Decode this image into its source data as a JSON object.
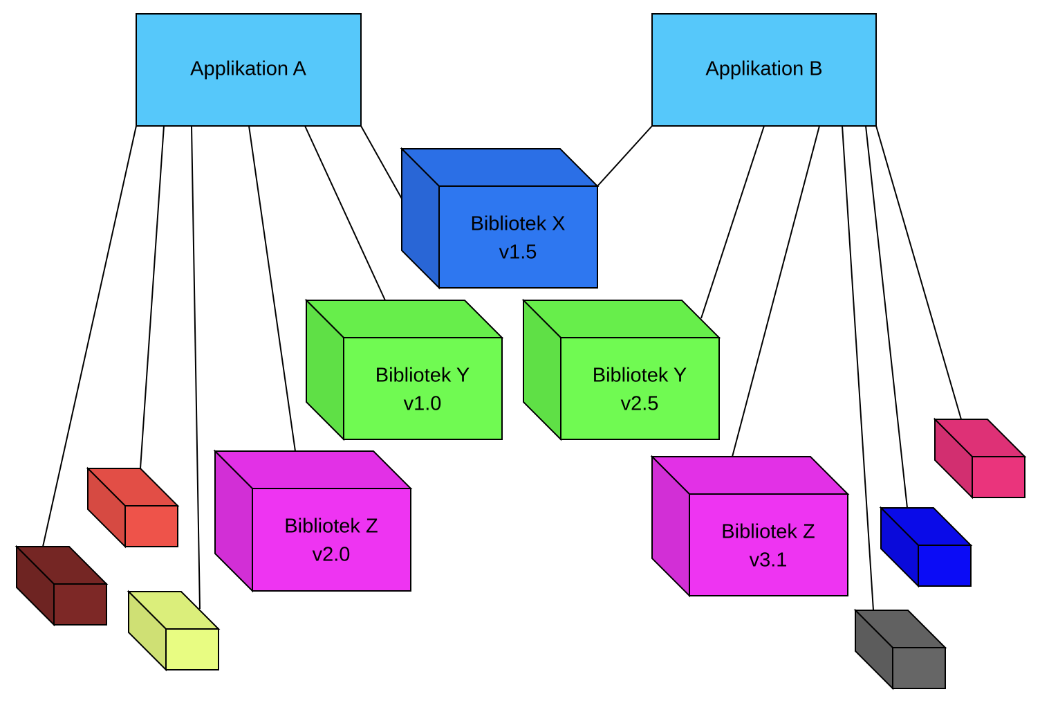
{
  "applications": {
    "a": {
      "label": "Applikation A",
      "color": "#56c8fa"
    },
    "b": {
      "label": "Applikation B",
      "color": "#56c8fa"
    }
  },
  "libraries": {
    "x15": {
      "name": "Bibliotek X",
      "version": "v1.5",
      "front": "#2e77f0",
      "top": "#2b6fe6",
      "side": "#2966d6"
    },
    "y10": {
      "name": "Bibliotek Y",
      "version": "v1.0",
      "front": "#70fa52",
      "top": "#67ee4b",
      "side": "#5fe046"
    },
    "y25": {
      "name": "Bibliotek Y",
      "version": "v2.5",
      "front": "#70fa52",
      "top": "#67ee4b",
      "side": "#5fe046"
    },
    "z20": {
      "name": "Bibliotek Z",
      "version": "v2.0",
      "front": "#ee34f2",
      "top": "#e231e6",
      "side": "#d22fd6"
    },
    "z31": {
      "name": "Bibliotek Z",
      "version": "v3.1",
      "front": "#ee34f2",
      "top": "#e231e6",
      "side": "#d22fd6"
    }
  },
  "small_blocks": {
    "brown": {
      "front": "#7d2826",
      "top": "#752624",
      "side": "#6e2422"
    },
    "red": {
      "front": "#ee534a",
      "top": "#e24e46",
      "side": "#d64a42"
    },
    "yellow": {
      "front": "#e8fc82",
      "top": "#dbee7b",
      "side": "#cfe074"
    },
    "pink": {
      "front": "#ea347c",
      "top": "#de3176",
      "side": "#d22f70"
    },
    "blue": {
      "front": "#0b0cf6",
      "top": "#0a0be8",
      "side": "#0a0ada"
    },
    "gray": {
      "front": "#666666",
      "top": "#616161",
      "side": "#5c5c5c"
    }
  }
}
